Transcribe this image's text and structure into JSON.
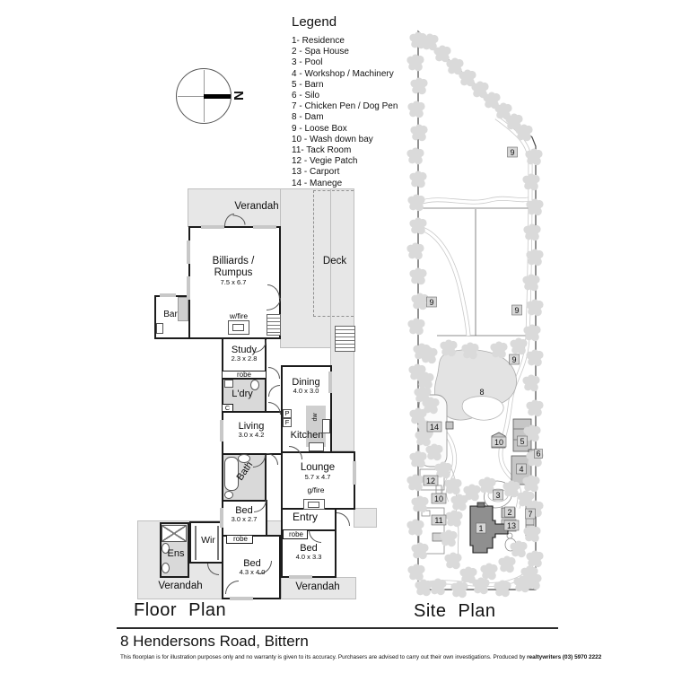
{
  "legend": {
    "title": "Legend",
    "items": [
      "1- Residence",
      "2 - Spa House",
      "3 - Pool",
      "4 - Workshop / Machinery",
      "5 - Barn",
      "6 - Silo",
      "7 - Chicken Pen / Dog Pen",
      "8 - Dam",
      "9 - Loose Box",
      "10 - Wash down bay",
      "11- Tack Room",
      "12 - Vegie Patch",
      "13 - Carport",
      "14 - Manege"
    ]
  },
  "compass": {
    "north_label": "N"
  },
  "floor_plan": {
    "title": "Floor Plan",
    "labels": {
      "verandah_top": "Verandah",
      "deck": "Deck",
      "billiards_line1": "Billiards /",
      "billiards_line2": "Rumpus",
      "billiards_dims": "7.5 x 6.7",
      "bar": "Bar",
      "wfire": "w/fire",
      "study": "Study",
      "study_dims": "2.3 x 2.8",
      "robe_study": "robe",
      "ldry": "L'dry",
      "cupboard": "C",
      "dining": "Dining",
      "dining_dims": "4.0 x 3.0",
      "pantry": "P",
      "fridge": "F",
      "dishwasher": "dw",
      "kitchen": "Kitchen",
      "living": "Living",
      "living_dims": "3.0 x 4.2",
      "bath": "Bath",
      "lounge": "Lounge",
      "lounge_dims": "5.7 x 4.7",
      "gfire": "g/fire",
      "bed1": "Bed",
      "bed1_dims": "3.0 x 2.7",
      "entry": "Entry",
      "robe_entry": "robe",
      "bed2": "Bed",
      "bed2_dims": "4.0 x 3.3",
      "robe_bed3": "robe",
      "bed3": "Bed",
      "bed3_dims": "4.3 x 4.0",
      "wir": "Wir",
      "ens": "Ens",
      "verandah_bl": "Verandah",
      "verandah_br": "Verandah"
    }
  },
  "site_plan": {
    "title": "Site Plan",
    "markers": [
      "9",
      "9",
      "9",
      "9",
      "8",
      "14",
      "10",
      "5",
      "6",
      "4",
      "12",
      "10",
      "3",
      "11",
      "2",
      "13",
      "1",
      "7"
    ]
  },
  "footer": {
    "address": "8 Hendersons Road, Bittern",
    "disclaimer": "This floorplan is for illustration purposes only and no warranty is given to its accuracy. Purchasers are advised to carry out their own investigations. Produced by ",
    "producer": "realtywriters (03) 5970 2222"
  }
}
